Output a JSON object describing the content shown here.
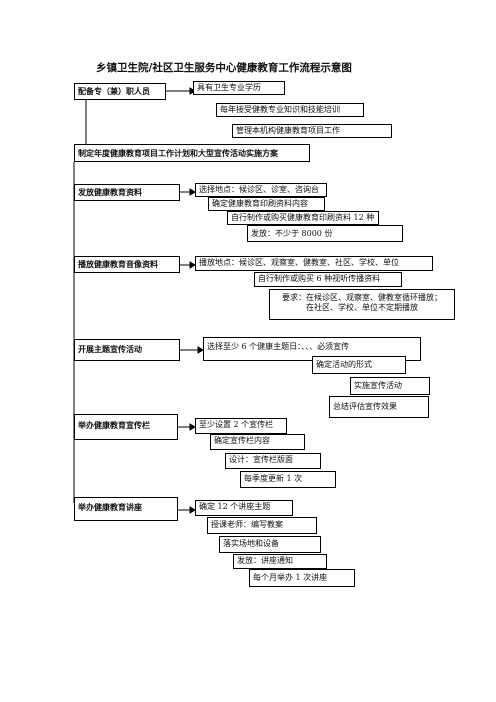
{
  "title": "乡镇卫生院/社区卫生服务中心健康教育工作流程示意图",
  "sections": {
    "staff": {
      "main": "配备专（兼）职人员",
      "items": [
        "具有卫生专业学历",
        "每年接受健教专业知识和技能培训",
        "管理本机构健康教育项目工作"
      ]
    },
    "plan": {
      "main": "制定年度健康教育项目工作计划和大型宣传活动实施方案"
    },
    "materials": {
      "main": "发放健康教育资料",
      "items": [
        "选择地点：候诊区、诊室、咨询台",
        "确定健康教育印刷资料内容",
        "自行制作或购买健康教育印刷资料 12 种",
        "发放：不少于 8000 份"
      ]
    },
    "av": {
      "main": "播放健康教育音像资料",
      "items": [
        "播放地点：候诊区、观察室、健教室、社区、学校、单位",
        "自行制作或购买 6 种视听传播资料",
        "要求：在候诊区、观察室、健教室循环播放；",
        "在社区、学校、单位不定期播放"
      ]
    },
    "theme": {
      "main": "开展主题宣传活动",
      "items": [
        "选择至少 6 个健康主题日：、、、必须宣传",
        "确定活动的形式",
        "实施宣传活动",
        "总结评估宣传效果"
      ]
    },
    "board": {
      "main": "举办健康教育宣传栏",
      "items": [
        "至少设置 2 个宣传栏",
        "确定宣传栏内容",
        "设计：宣传栏版面",
        "每季度更新 1 次"
      ]
    },
    "lecture": {
      "main": "举办健康教育讲座",
      "items": [
        "确定 12 个讲座主题",
        "授课老师：编写教案",
        "落实场地和设备",
        "发放：讲座通知",
        "每个月举办 1 次讲座"
      ]
    }
  }
}
